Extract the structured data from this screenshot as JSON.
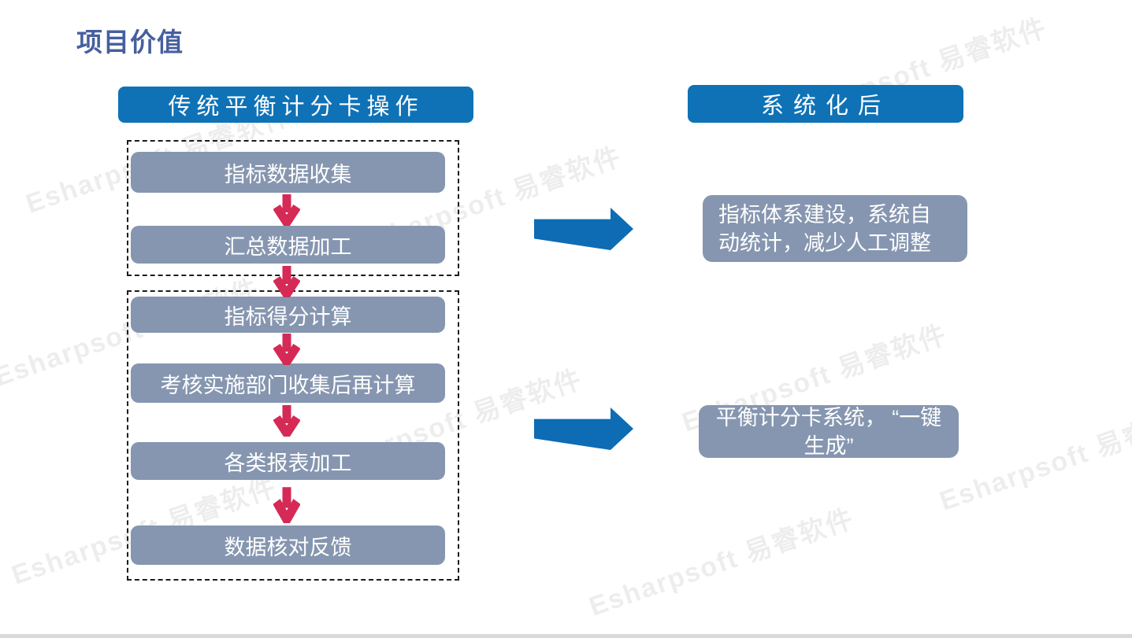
{
  "slide": {
    "title": "项目价值",
    "left": {
      "header": "传统平衡计分卡操作",
      "steps": [
        "指标数据收集",
        "汇总数据加工",
        "指标得分计算",
        "考核实施部门收集后再计算",
        "各类报表加工",
        "数据核对反馈"
      ]
    },
    "right": {
      "header": "系统化后",
      "results": [
        "指标体系建设，系统自动统计，减少人工调整",
        "平衡计分卡系统， “一键生成”"
      ]
    },
    "watermark_text": "Esharpsoft 易睿软件",
    "colors": {
      "title": "#465FA0",
      "header_bg": "#0F72B6",
      "step_bg": "#8696B0",
      "flow_arrow": "#D52A55",
      "big_arrow": "#0D6CB4",
      "footer_line": "#D9D9D9"
    }
  }
}
